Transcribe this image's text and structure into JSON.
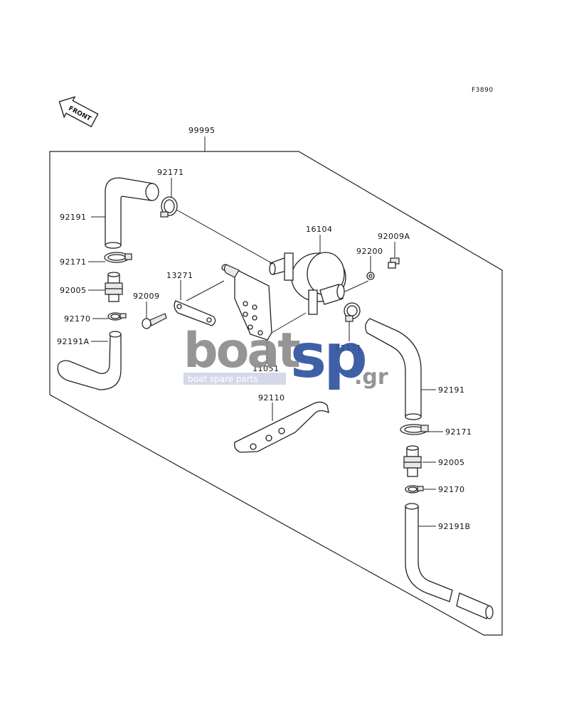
{
  "figure_code": "F3890",
  "front_label": "FRONT",
  "assembly_label": "99995",
  "callouts": {
    "hose_upper_left": "92191",
    "clamp_top": "92171",
    "clamp_left": "92171",
    "fitting_left": "92005",
    "clamp_small_left": "92170",
    "hose_lower_left": "92191A",
    "screw": "92009",
    "plate": "13271",
    "pump": "16104",
    "washer": "92200",
    "bolt": "92009A",
    "clamp_center": "92171",
    "bracket": "11051",
    "stay": "92110",
    "hose_right": "92191",
    "clamp_right": "92171",
    "fitting_right": "92005",
    "clamp_small_right": "92170",
    "hose_lower_right": "92191B"
  },
  "watermark": {
    "word_a": "boat",
    "word_b": "sp",
    "suffix": ".gr",
    "tagline": "boat spare parts",
    "color_a": "#8a8a8a",
    "color_b": "#2b4f9e"
  }
}
